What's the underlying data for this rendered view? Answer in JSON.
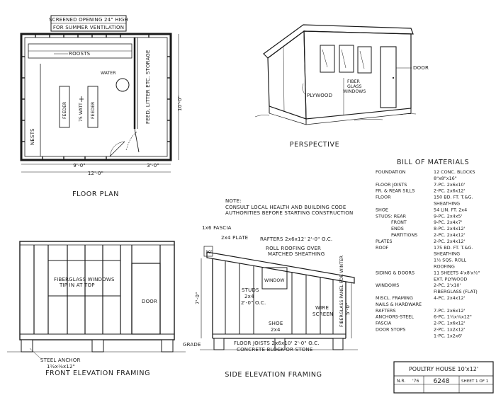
{
  "floor_plan": {
    "caption": "FLOOR PLAN",
    "vent_label_1": "SCREENED OPENING 24\" HIGH",
    "vent_label_2": "FOR SUMMER VENTILATION",
    "roosts": "ROOSTS",
    "water": "WATER",
    "storage": "FEED, LITTER ETC. STORAGE",
    "nests": "NESTS",
    "feeder_1": "FEEDER",
    "feeder_2": "FEEDER",
    "lamp": "75 WATT",
    "dim_9": "9'-0\"",
    "dim_3": "3'-0\"",
    "dim_12": "12'-0\"",
    "dim_10": "10'-0\""
  },
  "perspective": {
    "caption": "PERSPECTIVE",
    "door": "DOOR",
    "plywood": "PLYWOOD",
    "windows_1": "FIBER",
    "windows_2": "GLASS",
    "windows_3": "WINDOWS"
  },
  "note": {
    "line1": "NOTE:",
    "line2": "CONSULT LOCAL HEALTH AND BUILDING CODE",
    "line3": "AUTHORITIES BEFORE STARTING CONSTRUCTION"
  },
  "front_elevation": {
    "caption": "FRONT ELEVATION FRAMING",
    "windows_1": "FIBERGLASS WINDOWS",
    "windows_2": "TIP IN AT TOP",
    "door": "DOOR",
    "anchor_1": "STEEL ANCHOR",
    "anchor_2": "1½x⅛x12\""
  },
  "side_elevation": {
    "caption": "SIDE ELEVATION FRAMING",
    "fascia": "1x6 FASCIA",
    "plate": "2x4 PLATE",
    "rafters": "RAFTERS 2x6x12' 2'-0\" O.C.",
    "roofing_1": "ROLL ROOFING OVER",
    "roofing_2": "MATCHED SHEATHING",
    "window": "WINDOW",
    "studs_1": "STUDS",
    "studs_2": "2x4",
    "studs_3": "2'-0\" O.C.",
    "shoe_1": "SHOE",
    "shoe_2": "2x4",
    "wire_1": "WIRE",
    "wire_2": "SCREEN",
    "panel": "FIBERGLASS PANEL FOR WINTER",
    "grade": "GRADE",
    "joists": "FLOOR JOISTS 2x6x10' 2'-0\" O.C.",
    "block": "CONCRETE BLOCK OR STONE",
    "dim_h1": "10\"",
    "dim_h2": "7'-0\"",
    "dim_h3": "5'-0\""
  },
  "bill_of_materials": {
    "title": "BILL OF MATERIALS",
    "rows": [
      [
        "FOUNDATION",
        "12 CONC. BLOCKS"
      ],
      [
        "",
        "8\"x8\"x16\""
      ],
      [
        "FLOOR JOISTS",
        "7-PC. 2x6x10'"
      ],
      [
        "FR. & REAR SILLS",
        "2-PC. 2x6x12'"
      ],
      [
        "FLOOR",
        "150 BD. FT. T.&G."
      ],
      [
        "",
        "SHEATHING"
      ],
      [
        "SHOE",
        "54 LIN. FT. 2x4"
      ],
      [
        "STUDS: REAR",
        "9-PC. 2x4x5'"
      ],
      [
        "FRONT",
        "9-PC. 2x4x7'"
      ],
      [
        "ENDS",
        "8-PC. 2x4x12'"
      ],
      [
        "PARTITIONS",
        "2-PC. 2x4x12'"
      ],
      [
        "PLATES",
        "2-PC. 2x4x12'"
      ],
      [
        "ROOF",
        "175 BD. FT. T.&G."
      ],
      [
        "",
        "SHEATHING"
      ],
      [
        "",
        "1½ SQS. ROLL"
      ],
      [
        "",
        "ROOFING"
      ],
      [
        "SIDING & DOORS",
        "11 SHEETS 4'x8'x½\""
      ],
      [
        "",
        "EXT. PLYWOOD"
      ],
      [
        "WINDOWS",
        "2-PC. 2'x10'"
      ],
      [
        "",
        "FIBERGLASS (FLAT)"
      ],
      [
        "MISCL. FRAMING",
        "4-PC. 2x4x12'"
      ],
      [
        "NAILS & HARDWARE",
        ""
      ],
      [
        "RAFTERS",
        "7-PC. 2x6x12'"
      ],
      [
        "ANCHORS-STEEL",
        "6-PC. 1½x⅛x12\""
      ],
      [
        "FASCIA",
        "2-PC. 1x6x12'"
      ],
      [
        "DOOR STOPS",
        "2-PC. 1x2x12'"
      ],
      [
        "",
        "1-PC. 1x2x6'"
      ]
    ]
  },
  "title_block": {
    "title": "POULTRY HOUSE 10'x12'",
    "initials": "N.R.",
    "year": "'76",
    "number": "6248",
    "sheet": "SHEET 1 OF 1"
  }
}
